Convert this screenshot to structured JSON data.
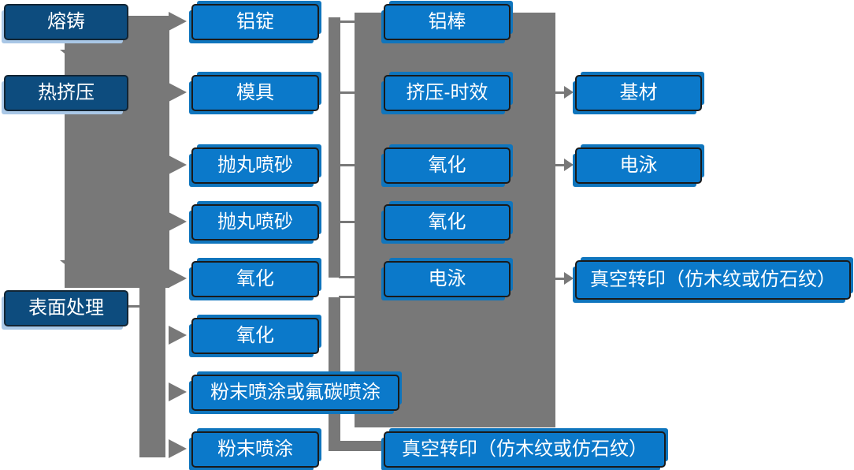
{
  "diagram": {
    "nodes": {
      "melting_casting": "熔铸",
      "hot_extrusion": "热挤压",
      "surface_treatment": "表面处理",
      "aluminum_ingot": "铝锭",
      "mold": "模具",
      "shot_blasting_1": "抛丸喷砂",
      "shot_blasting_2": "抛丸喷砂",
      "oxidation_left_1": "氧化",
      "oxidation_left_2": "氧化",
      "powder_or_fluorocarbon_coating": "粉末喷涂或氟碳喷涂",
      "powder_coating": "粉末喷涂",
      "aluminum_rod": "铝棒",
      "extrusion_aging": "挤压-时效",
      "oxidation_mid_1": "氧化",
      "oxidation_mid_2": "氧化",
      "electrophoresis_mid": "电泳",
      "vacuum_transfer_bottom": "真空转印（仿木纹或仿石纹）",
      "base_material": "基材",
      "electrophoresis_right": "电泳",
      "vacuum_transfer_right": "真空转印（仿木纹或仿石纹）"
    },
    "edges": [
      "熔铸 → 铝锭",
      "熔铸 → 热挤压",
      "热挤压 → 模具 / 抛丸喷砂 / 氧化",
      "热挤压 → 表面处理",
      "表面处理 → 氧化 / 粉末喷涂或氟碳喷涂 / 粉末喷涂",
      "铝锭/模具/抛丸喷砂/氧化 → 铝棒/挤压-时效/氧化/电泳",
      "挤压-时效 → 基材",
      "氧化 → 电泳",
      "电泳 → 真空转印（仿木纹或仿石纹）",
      "粉末喷涂 → 真空转印（仿木纹或仿石纹）"
    ],
    "colors": {
      "node_dark": "#0d4c7e",
      "node_bright": "#0b79ca",
      "node_accent_bright": "#0f75bd",
      "node_accent_dark": "#a9c7e6",
      "connector_gray": "#787878",
      "text": "#ffffff",
      "background": "#ffffff"
    }
  }
}
